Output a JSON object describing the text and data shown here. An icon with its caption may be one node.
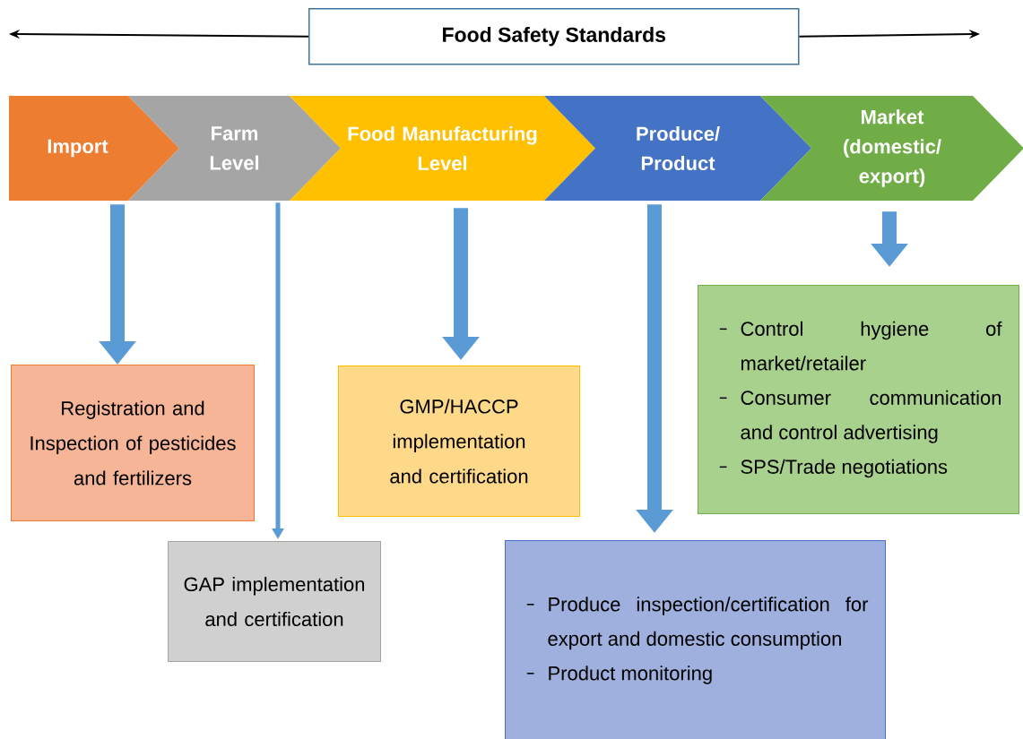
{
  "diagram": {
    "nodes": [
      {
        "text": [
          "Food Safety Standards"
        ]
      },
      {
        "text": [
          "Import"
        ]
      },
      {
        "text": [
          "Farm Level"
        ]
      },
      {
        "text": [
          "Food Manufacturing Level"
        ]
      },
      {
        "text": [
          "Produce/ Product"
        ]
      },
      {
        "text": [
          "Market (domestic/ export)"
        ]
      },
      {
        "text": [
          "Registration and Inspection of pesticides and fertilizers"
        ]
      },
      {
        "text": [
          "GAP implementation and certification"
        ]
      },
      {
        "text": [
          "GMP/HACCP implementation and certification"
        ]
      },
      {
        "text": [
          "Produce inspection/certification for export and domestic consumption",
          "Product monitoring"
        ]
      },
      {
        "text": [
          "Control hygiene of market/retailer",
          "Consumer communication and control advertising",
          "SPS/Trade negotiations"
        ]
      }
    ],
    "edges": [
      {
        "from": 0,
        "to": null,
        "arrow": "to",
        "color": "#000000"
      },
      {
        "from": 0,
        "to": null,
        "arrow": "to",
        "color": "#000000"
      },
      {
        "from": 1,
        "to": 6,
        "arrow": "to"
      },
      {
        "from": 2,
        "to": 7,
        "arrow": "to"
      },
      {
        "from": 3,
        "to": 8,
        "arrow": "to"
      },
      {
        "from": 4,
        "to": 9,
        "arrow": "to"
      },
      {
        "from": 5,
        "to": 10,
        "arrow": "to"
      }
    ]
  }
}
